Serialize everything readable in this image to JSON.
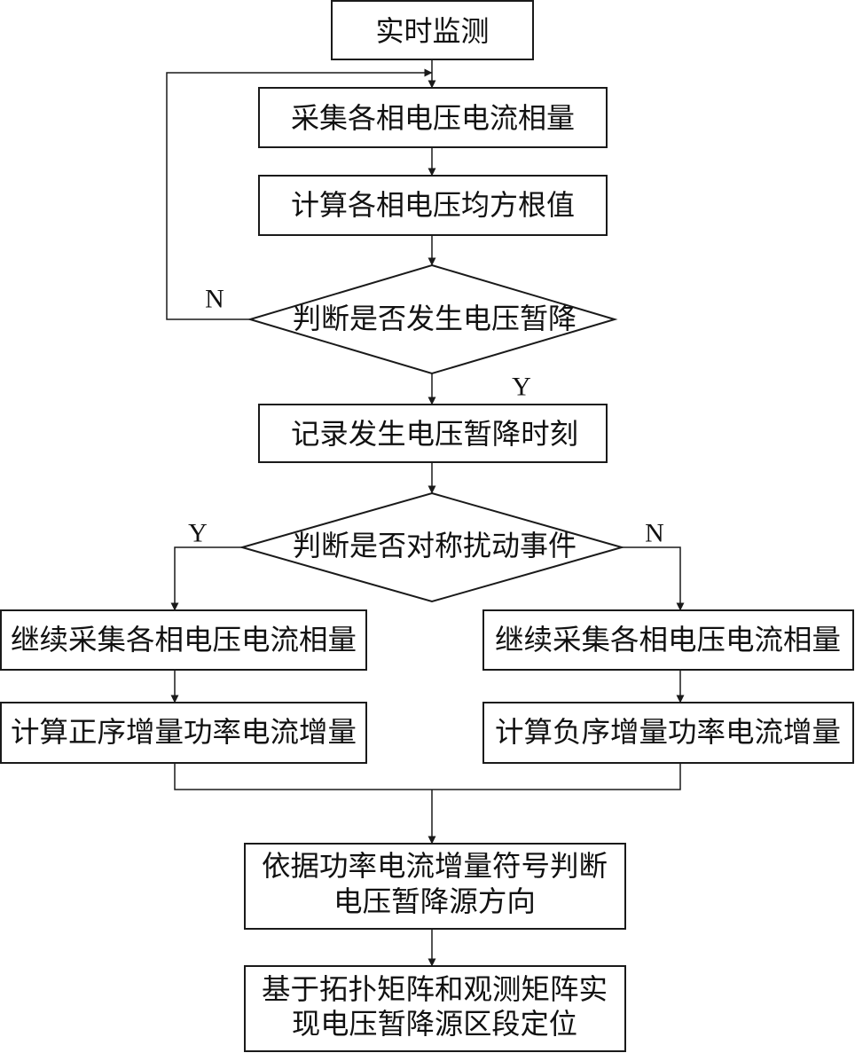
{
  "nodes": {
    "monitor": "实时监测",
    "collect": "采集各相电压电流相量",
    "rms": "计算各相电压均方根值",
    "sag_decision": "判断是否发生电压暂降",
    "record": "记录发生电压暂降时刻",
    "symmetric_decision": "判断是否对称扰动事件",
    "left_collect": "继续采集各相电压电流相量",
    "left_compute": "计算正序增量功率电流增量",
    "right_collect": "继续采集各相电压电流相量",
    "right_compute": "计算负序增量功率电流增量",
    "direction_line1": "依据功率电流增量符号判断",
    "direction_line2": "电压暂降源方向",
    "locate_line1": "基于拓扑矩阵和观测矩阵实",
    "locate_line2": "现电压暂降源区段定位"
  },
  "branch_labels": {
    "sag_no": "N",
    "sag_yes": "Y",
    "symmetric_yes": "Y",
    "symmetric_no": "N"
  }
}
